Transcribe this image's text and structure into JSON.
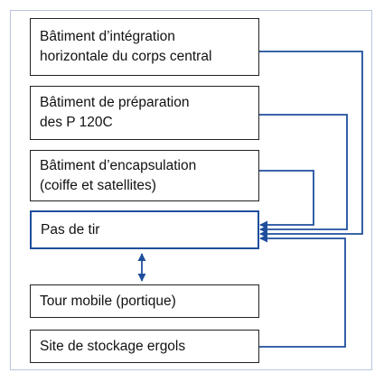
{
  "diagram": {
    "boxes": [
      {
        "id": "integration",
        "label": "Bâtiment d’intégration\nhorizontale du corps central"
      },
      {
        "id": "preparation",
        "label": "Bâtiment de préparation\ndes P 120C"
      },
      {
        "id": "encapsulation",
        "label": "Bâtiment d’encapsulation\n(coiffe et satellites)"
      },
      {
        "id": "launchpad",
        "label": "Pas de tir"
      },
      {
        "id": "tower",
        "label": "Tour mobile (portique)"
      },
      {
        "id": "storage",
        "label": "Site de stockage ergols"
      }
    ],
    "colors": {
      "arrow": "#1f4e9c",
      "border": "#222222",
      "frame": "#b7c6dc"
    }
  }
}
